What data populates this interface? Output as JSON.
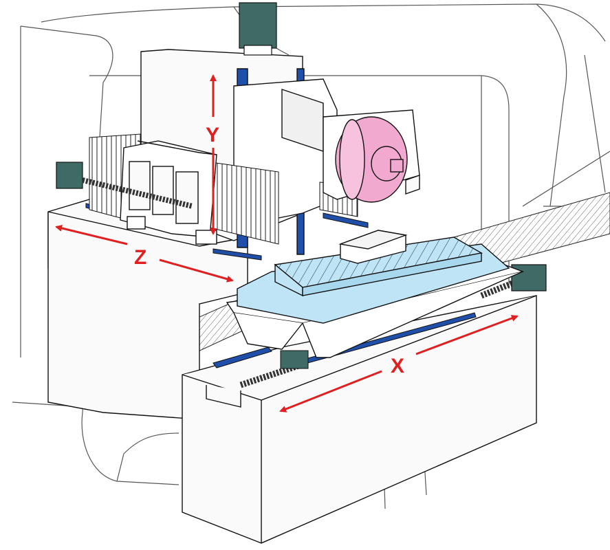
{
  "axes": {
    "x_label": "X",
    "y_label": "Y",
    "z_label": "Z"
  },
  "colors": {
    "outline": "#1a1a1a",
    "enclosure": "#555555",
    "arrow": "#e02020",
    "guide_rail": "#1f4fa8",
    "motor": "#3f6a66",
    "table": "#bfe4f5",
    "grinding_wheel": "#f2a9cf",
    "panel": "#fafafa"
  },
  "icons": [
    "arrow-x-icon",
    "arrow-y-icon",
    "arrow-z-icon",
    "motor-icon",
    "ballscrew-icon",
    "grinding-wheel-icon"
  ]
}
